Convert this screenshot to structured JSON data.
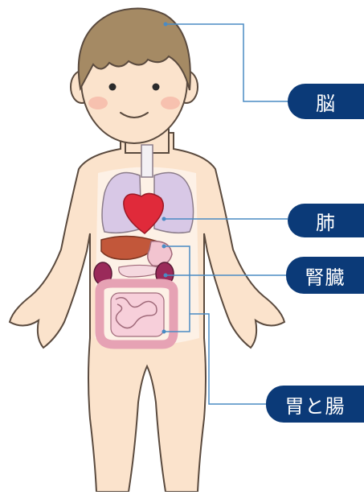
{
  "labels": {
    "brain": "脳",
    "lung": "肺",
    "kidney": "腎臓",
    "stomach_intestine": "胃と腸"
  },
  "colors": {
    "label_bg": "#0b3a78",
    "leader_line": "#4a8bc4",
    "skin": "#fbe3cc",
    "hair": "#a58a64"
  }
}
